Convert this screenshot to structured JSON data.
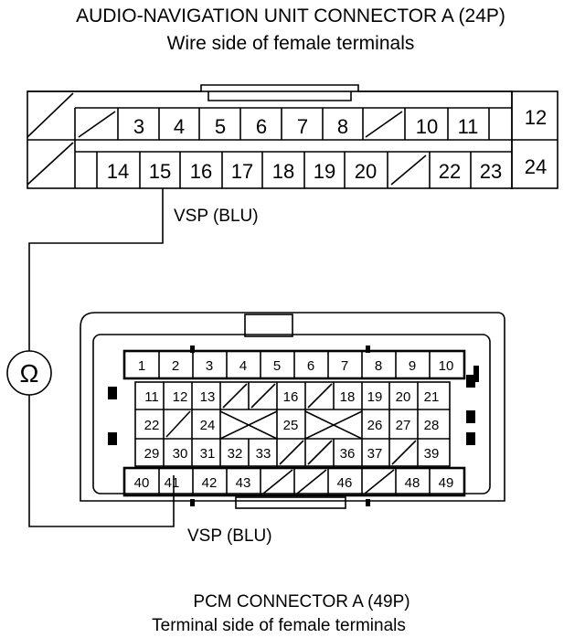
{
  "audio_connector": {
    "title": "AUDIO-NAVIGATION UNIT CONNECTOR A (24P)",
    "subtitle": "Wire side of female terminals",
    "row1": [
      "3",
      "4",
      "5",
      "6",
      "7",
      "8",
      "10",
      "11",
      "12"
    ],
    "row2": [
      "14",
      "15",
      "16",
      "17",
      "18",
      "19",
      "20",
      "22",
      "23",
      "24"
    ]
  },
  "wire_top_label": "VSP (BLU)",
  "meter_symbol": "Ω",
  "wire_bottom_label": "VSP (BLU)",
  "pcm_connector": {
    "title": "PCM CONNECTOR A (49P)",
    "subtitle": "Terminal side of female terminals",
    "row1": [
      "1",
      "2",
      "3",
      "4",
      "5",
      "6",
      "7",
      "8",
      "9",
      "10"
    ],
    "row2": [
      "11",
      "12",
      "13",
      "16",
      "18",
      "19",
      "20",
      "21"
    ],
    "row3": [
      "22",
      "24",
      "25",
      "26",
      "27",
      "28"
    ],
    "row4": [
      "29",
      "30",
      "31",
      "32",
      "33",
      "36",
      "37",
      "39"
    ],
    "row5": [
      "40",
      "41",
      "42",
      "43",
      "46",
      "48",
      "49"
    ]
  }
}
